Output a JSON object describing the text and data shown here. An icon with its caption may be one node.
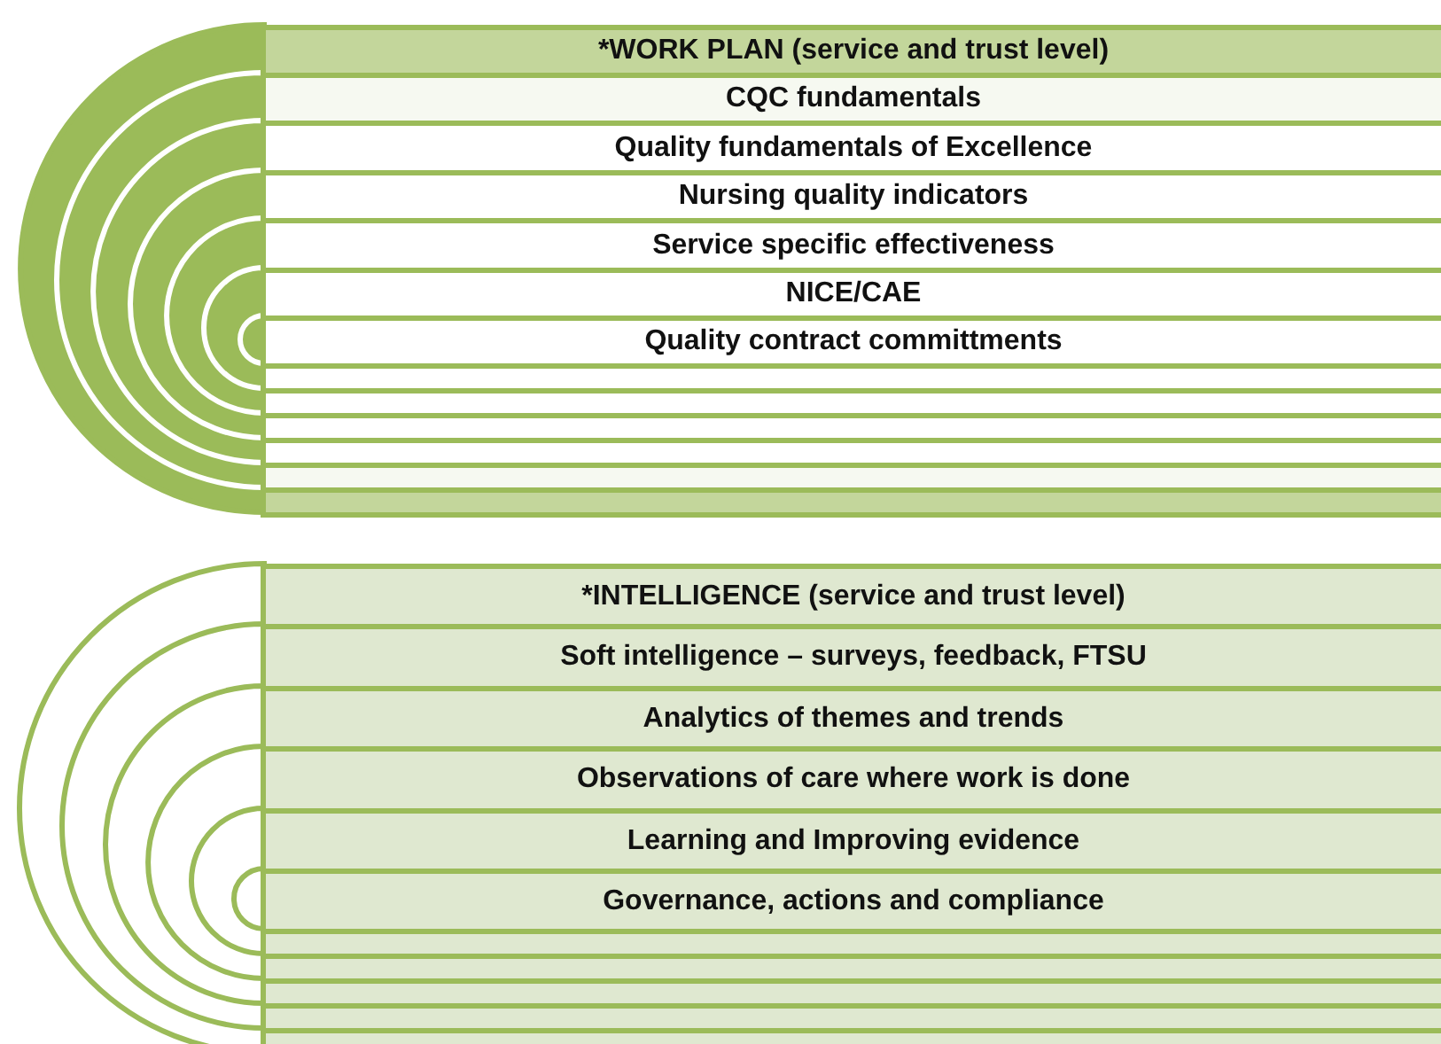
{
  "diagram": {
    "nodes": [
      {
        "text": [
          "*WORK PLAN (service and trust level)"
        ]
      },
      {
        "text": [
          "CQC fundamentals"
        ]
      },
      {
        "text": [
          "Quality fundamentals of Excellence"
        ]
      },
      {
        "text": [
          "Nursing quality indicators"
        ]
      },
      {
        "text": [
          "Service specific effectiveness"
        ]
      },
      {
        "text": [
          "NICE/CAE"
        ]
      },
      {
        "text": [
          "Quality contract committments"
        ]
      },
      {
        "text": [],
        "shape": "bar"
      },
      {
        "text": [],
        "shape": "bar"
      },
      {
        "text": [],
        "shape": "bar"
      },
      {
        "text": [],
        "shape": "bar"
      },
      {
        "text": [],
        "shape": "bar"
      },
      {
        "text": [],
        "shape": "bar"
      },
      {
        "text": [
          "*INTELLIGENCE (service and trust level)"
        ]
      },
      {
        "text": [
          "Soft intelligence – surveys, feedback, FTSU"
        ]
      },
      {
        "text": [
          "Analytics of themes and trends"
        ]
      },
      {
        "text": [
          "Observations of care where work is done"
        ]
      },
      {
        "text": [
          "Learning and Improving evidence"
        ]
      },
      {
        "text": [
          "Governance, actions and compliance"
        ]
      },
      {
        "text": [],
        "shape": "bar"
      },
      {
        "text": [],
        "shape": "bar"
      },
      {
        "text": [],
        "shape": "bar"
      },
      {
        "text": [],
        "shape": "bar"
      },
      {
        "text": [],
        "shape": "bar"
      }
    ]
  }
}
